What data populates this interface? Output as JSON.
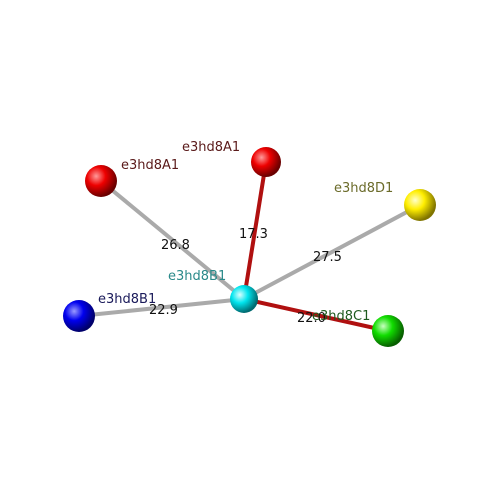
{
  "center": {
    "label": "e3hd8B1",
    "color": "#00e5ee",
    "label_color": "#2a8a8a"
  },
  "neighbors": [
    {
      "label": "e3hd8A1",
      "color": "#ee0000",
      "label_color": "#5a1a1a",
      "distance": "26.8",
      "bond_color": "#aaaaaa"
    },
    {
      "label": "e3hd8A1",
      "color": "#ee0000",
      "label_color": "#5a1a1a",
      "distance": "17.3",
      "bond_color": "#b01010"
    },
    {
      "label": "e3hd8D1",
      "color": "#ffee00",
      "label_color": "#6b6b2a",
      "distance": "27.5",
      "bond_color": "#aaaaaa"
    },
    {
      "label": "e3hd8B1",
      "color": "#0000ee",
      "label_color": "#1a1a5a",
      "distance": "22.9",
      "bond_color": "#aaaaaa"
    },
    {
      "label": "e3hd8C1",
      "color": "#11dd00",
      "label_color": "#1d5a1d",
      "distance": "22.0",
      "bond_color": "#b01010"
    }
  ]
}
